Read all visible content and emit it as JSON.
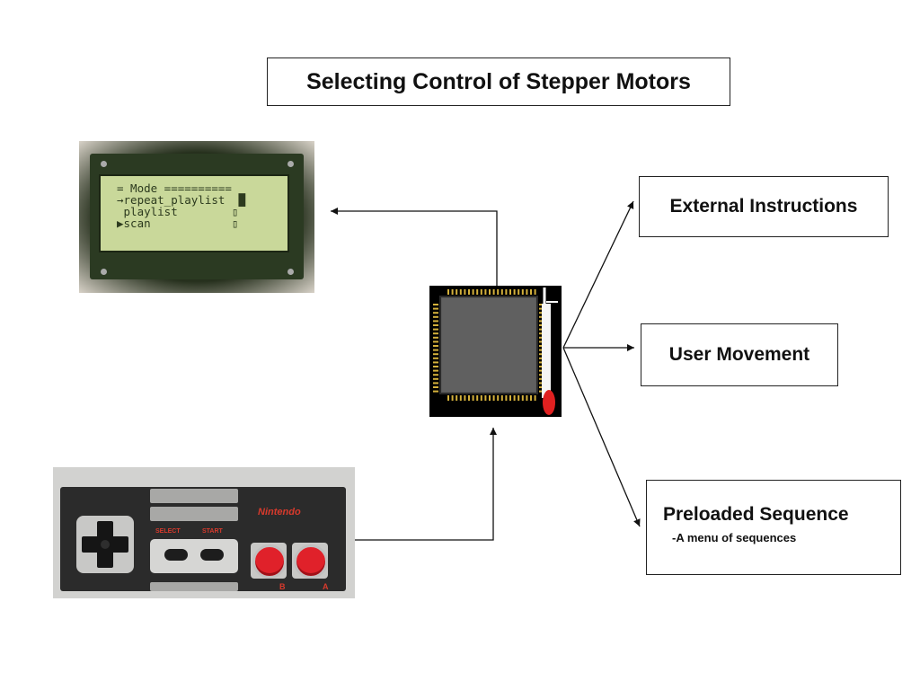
{
  "title": "Selecting Control of Stepper Motors",
  "outputs": {
    "external": "External Instructions",
    "user": "User Movement",
    "preloaded": "Preloaded Sequence",
    "preloaded_sub": "-A menu of sequences"
  },
  "lcd": {
    "lines": [
      "= Mode ==========",
      "→repeat_playlist  █",
      " playlist        ▯",
      "▶scan            ▯"
    ]
  },
  "controller": {
    "brand": "Nintendo",
    "select_label": "SELECT",
    "start_label": "START",
    "b_label": "B",
    "a_label": "A"
  },
  "colors": {
    "line": "#111111",
    "chip_body": "#5a5a5a",
    "pins": "#d4b13c",
    "thermo": "#e02020",
    "nes_red": "#d83a2c"
  }
}
